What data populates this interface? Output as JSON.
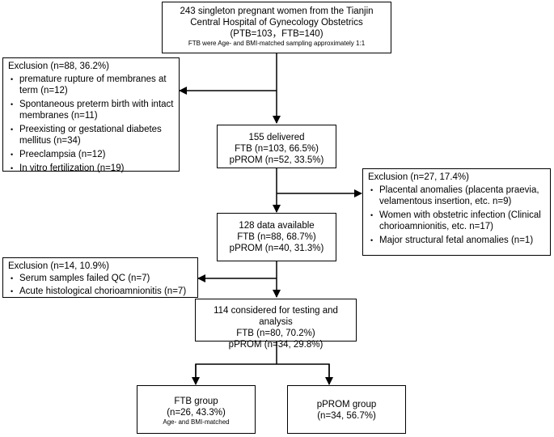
{
  "top_box": {
    "lines": [
      "243 singleton pregnant women from the Tianjin",
      "Central Hospital of Gynecology Obstetrics",
      "(PTB=103，FTB=140)"
    ],
    "note": "FTB were Age- and BMI-matched sampling approximately 1:1"
  },
  "exclusion1": {
    "title": "Exclusion (n=88, 36.2%)",
    "items": [
      "premature rupture of membranes at term (n=12)",
      "Spontaneous preterm birth with intact membranes (n=11)",
      "Preexisting or gestational diabetes mellitus (n=34)",
      "Preeclampsia (n=12)",
      "In vitro fertilization (n=19)"
    ]
  },
  "delivered_box": {
    "lines": [
      "155 delivered",
      "FTB (n=103, 66.5%)",
      "pPROM (n=52, 33.5%)"
    ]
  },
  "exclusion2": {
    "title": "Exclusion (n=27, 17.4%)",
    "items": [
      "Placental anomalies (placenta praevia, velamentous insertion, etc. n=9)",
      "Women with obstetric infection (Clinical chorioamnionitis, etc. n=17)",
      "Major structural fetal anomalies (n=1)"
    ]
  },
  "available_box": {
    "lines": [
      "128 data available",
      "FTB (n=88, 68.7%)",
      "pPROM (n=40, 31.3%)"
    ]
  },
  "exclusion3": {
    "title": "Exclusion (n=14, 10.9%)",
    "items": [
      "Serum samples failed QC (n=7)",
      "Acute histological chorioamnionitis (n=7)"
    ]
  },
  "analysis_box": {
    "lines": [
      "114 considered for testing and analysis",
      "FTB (n=80, 70.2%)",
      "pPROM (n=34, 29.8%)"
    ]
  },
  "ftb_group": {
    "lines": [
      "FTB group",
      "(n=26, 43.3%)"
    ],
    "note": "Age- and BMI-matched"
  },
  "pprom_group": {
    "lines": [
      "pPROM group",
      "(n=34, 56.7%)"
    ]
  }
}
